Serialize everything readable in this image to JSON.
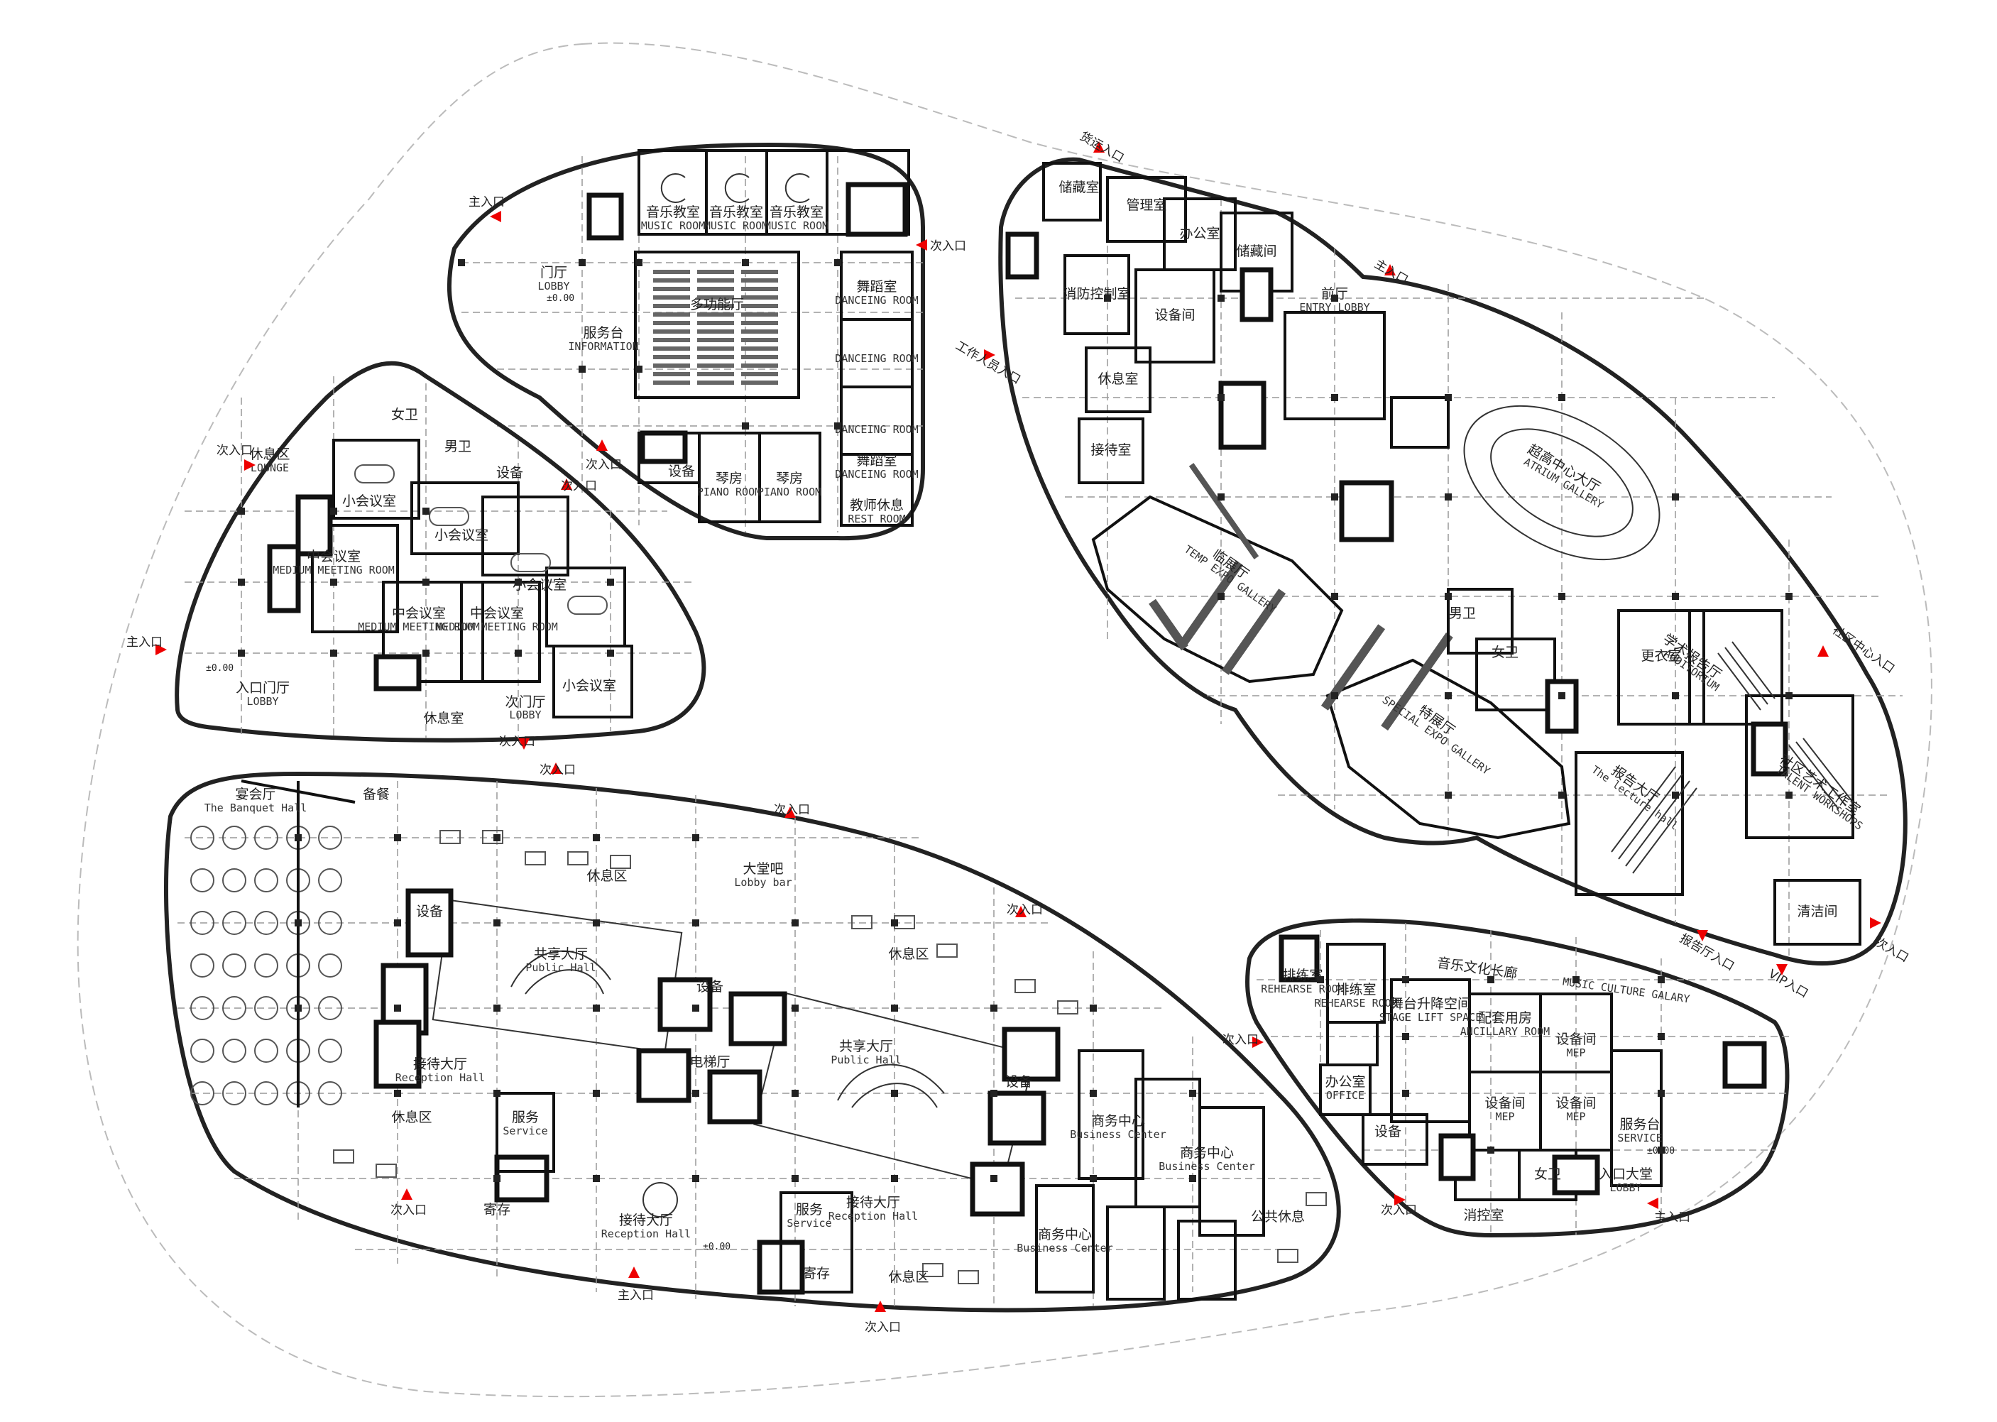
{
  "colors": {
    "entry_marker": "#e00000",
    "wall": "#111111",
    "grid": "#999999"
  },
  "icons": {
    "entry_marker": "red-triangle-icon"
  },
  "blocks": {
    "music": {
      "lobby": "门厅",
      "lobby_en": "LOBBY",
      "info": "服务台",
      "info_en": "INFORMATION",
      "music_room": "音乐教室",
      "music_room_en": "MUSIC ROOM",
      "dancing": "舞蹈室",
      "dancing_en": "DANCEING ROOM",
      "piano": "琴房",
      "piano_en": "PIANO ROOM",
      "equip": "设备",
      "teacher": "教师休息",
      "teacher_en": "REST ROOM",
      "hall": "多功能厅",
      "level": "±0.00"
    },
    "meeting": {
      "lounge": "休息区",
      "lounge_en": "LOUNGE",
      "toilet": "女卫",
      "toilet2": "男卫",
      "equip": "设备",
      "small_meeting": "小会议室",
      "mid_meeting": "中会议室",
      "mid_meeting_en": "MEDIUM MEETING ROOM",
      "entry_lobby": "入口门厅",
      "entry_lobby_en": "LOBBY",
      "sub_lobby": "次门厅",
      "sub_lobby_en": "LOBBY",
      "rest": "休息室",
      "level": "±0.00"
    },
    "exhibition": {
      "entry_lobby": "前厅",
      "entry_lobby_en": "ENTRY LOBBY",
      "atrium": "超高中心大厅",
      "atrium_en": "ATRIUM GALLERY",
      "temp_gallery": "临展厅",
      "temp_gallery_en": "TEMP EXPO GALLERY",
      "special_gallery": "特展厅",
      "special_gallery_en": "SPECIAL EXPO GALLERY",
      "auditorium": "学术报告厅",
      "auditorium_en": "AUDITORIUM",
      "workshop": "社区艺术工作室",
      "workshop_en": "TALENT WORKSHOPS",
      "lecture": "The lecture hall",
      "hall_cn": "报告大厅",
      "toilet": "女卫",
      "toilet2": "男卫",
      "rooms": [
        "储藏室",
        "管理室",
        "办公室",
        "消防控制室",
        "设备间",
        "休息室",
        "接待室",
        "储藏间",
        "更衣室",
        "清洁间"
      ]
    },
    "hall": {
      "banquet": "宴会厅",
      "banquet_en": "The Banquet Hall",
      "prep": "备餐",
      "lobby_bar": "大堂吧",
      "lobby_bar_en": "Lobby bar",
      "lounge": "休息区",
      "public_hall": "共享大厅",
      "public_hall_en": "Public Hall",
      "elevator": "电梯厅",
      "reception": "接待大厅",
      "reception_en": "Reception Hall",
      "service": "服务",
      "service_en": "Service",
      "storage": "寄存",
      "equip": "设备",
      "business": "商务中心",
      "business_en": "Business Center",
      "public_rest": "公共休息",
      "level": "±0.00"
    },
    "music_culture": {
      "rehearse": "排练室",
      "rehearse_en": "REHEARSE ROOM",
      "stage_lift": "舞台升降空间",
      "stage_lift_en": "STAGE LIFT SPACE",
      "ancillary": "配套用房",
      "ancillary_en": "ANCILLARY ROOM",
      "mep": "设备间",
      "mep_en": "MEP",
      "corridor": "音乐文化长廊",
      "corridor_en": "MUSIC CULTURE GALARY",
      "service": "服务台",
      "service_en": "SERVICE",
      "lobby": "入口大堂",
      "lobby_en": "LOBBY",
      "control": "消控室",
      "office": "办公室",
      "office_en": "OFFICE",
      "equip": "设备",
      "toilet": "女卫",
      "level": "±0.00"
    }
  },
  "entrances": {
    "main": "主入口",
    "secondary": "次入口",
    "staff": "工作人员入口",
    "vip": "VIP入口",
    "hall": "报告厅入口",
    "community": "社区中心入口",
    "goods": "货运入口"
  }
}
